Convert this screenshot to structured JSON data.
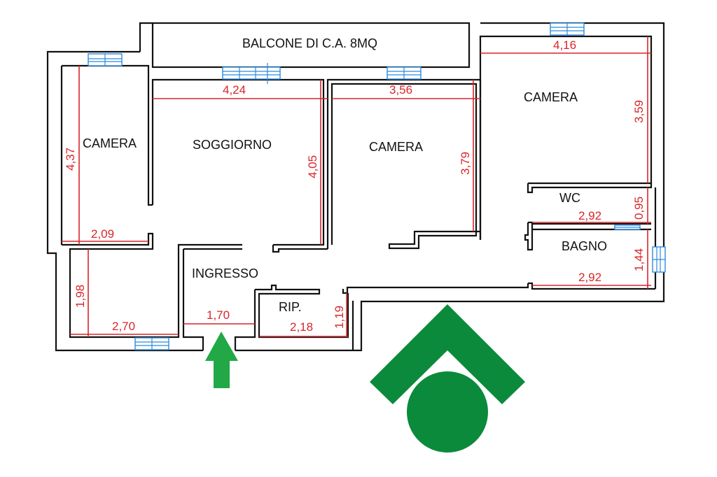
{
  "plan": {
    "rooms": [
      {
        "id": "balcone",
        "label": "BALCONE DI C.A. 8MQ"
      },
      {
        "id": "camera-left",
        "label": "CAMERA"
      },
      {
        "id": "soggiorno",
        "label": "SOGGIORNO"
      },
      {
        "id": "camera-center",
        "label": "CAMERA"
      },
      {
        "id": "camera-right",
        "label": "CAMERA"
      },
      {
        "id": "wc",
        "label": "WC"
      },
      {
        "id": "bagno",
        "label": "BAGNO"
      },
      {
        "id": "ingresso",
        "label": "INGRESSO"
      },
      {
        "id": "ripostiglio",
        "label": "RIP."
      }
    ],
    "dimensions": {
      "soggiorno_width": "4,24",
      "soggiorno_depth": "4,05",
      "camera_center_width": "3,56",
      "camera_center_depth": "3,79",
      "camera_right_width": "4,16",
      "camera_right_depth": "3,59",
      "camera_left_depth": "4,37",
      "camera_left_width": "2,09",
      "room_bottom_left_depth": "1,98",
      "room_bottom_left_width": "2,70",
      "ingresso_width": "1,70",
      "rip_width": "2,18",
      "rip_depth": "1,19",
      "wc_width": "2,92",
      "wc_depth": "0,95",
      "bagno_width": "2,92",
      "bagno_depth": "1,44"
    },
    "entry_marker": "entry-arrow",
    "logo": "agency-logo"
  },
  "colors": {
    "wall": "#111111",
    "dimension": "#d8252a",
    "window": "#2a8ae0",
    "accent_green": "#0b8a3c",
    "arrow_green": "#22a847"
  }
}
